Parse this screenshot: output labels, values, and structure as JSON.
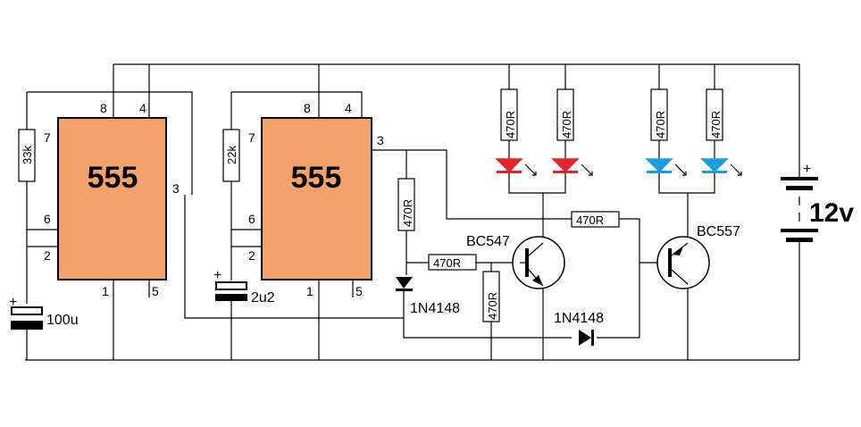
{
  "ic1": {
    "name": "555",
    "pins": {
      "p8": "8",
      "p4": "4",
      "p7": "7",
      "p6": "6",
      "p2": "2",
      "p1": "1",
      "p5": "5",
      "p3": "3"
    }
  },
  "ic2": {
    "name": "555",
    "pins": {
      "p8": "8",
      "p4": "4",
      "p7": "7",
      "p6": "6",
      "p2": "2",
      "p1": "1",
      "p5": "5",
      "p3": "3"
    }
  },
  "components": {
    "r1": "33k",
    "r2": "22k",
    "c1": "100u",
    "c2": "2u2",
    "plus": "+",
    "r_led1": "470R",
    "r_led2": "470R",
    "r_led3": "470R",
    "r_led4": "470R",
    "r_base_vertical": "470R",
    "r_base_horizontal": "470R",
    "r_to_pnp": "470R",
    "r_ground": "470R",
    "q1": "BC547",
    "q2": "BC557",
    "d1": "1N4148",
    "d2": "1N4148",
    "supply": "12v"
  },
  "colors": {
    "chip": "#f4a46a",
    "led_red": "#e8242a",
    "led_blue": "#1a9ee6"
  }
}
